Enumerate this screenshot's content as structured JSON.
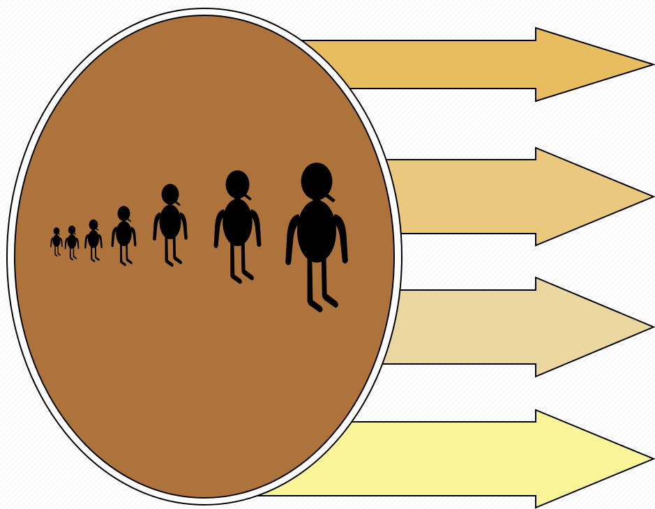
{
  "colors": {
    "background": "#ffffff",
    "circle_fill": "#ad733a",
    "circle_ring": "#ffffff",
    "outline": "#000000",
    "figure": "#000000",
    "arrows": [
      "#e8bd5f",
      "#eac97e",
      "#ebd7a0",
      "#fbf59a"
    ]
  },
  "arrows": [
    {
      "name": "arrow-1",
      "color_index": 0
    },
    {
      "name": "arrow-2",
      "color_index": 1
    },
    {
      "name": "arrow-3",
      "color_index": 2
    },
    {
      "name": "arrow-4",
      "color_index": 3
    }
  ],
  "figures": [
    {
      "name": "figure-1"
    },
    {
      "name": "figure-2"
    },
    {
      "name": "figure-3"
    },
    {
      "name": "figure-4"
    },
    {
      "name": "figure-5"
    },
    {
      "name": "figure-6"
    },
    {
      "name": "figure-7"
    }
  ]
}
